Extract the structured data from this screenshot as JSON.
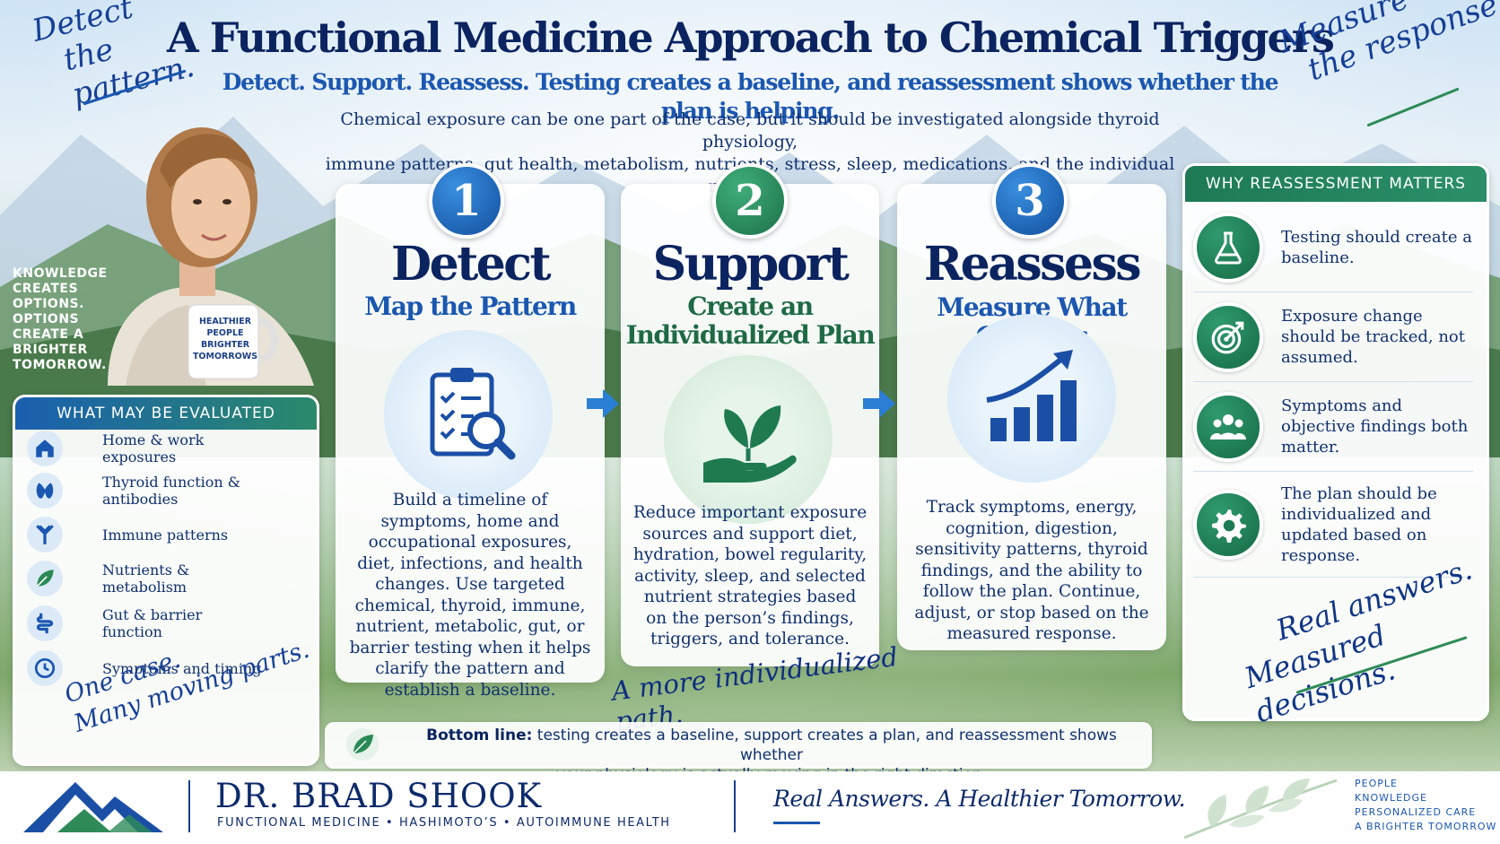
{
  "header": {
    "title": "A Functional Medicine Approach to Chemical Triggers",
    "subtitle": "Detect. Support. Reassess. Testing creates a baseline, and reassessment shows whether the plan is helping.",
    "intro_line1": "Chemical exposure can be one part of the case, but it should be investigated alongside thyroid physiology,",
    "intro_line2": "immune patterns, gut health, metabolism, nutrients, stress, sleep, medications, and the individual response."
  },
  "scripts": {
    "detect_line1": "Detect",
    "detect_line2": "the pattern.",
    "measure_line1": "Measure",
    "measure_line2": "the response.",
    "left_line1": "One case.",
    "left_line2": "Many moving parts.",
    "right_line1": "Real answers.",
    "right_line2": "Measured decisions.",
    "path": "A more individualized path."
  },
  "knowledge_text": [
    "KNOWLEDGE",
    "CREATES",
    "OPTIONS.",
    "OPTIONS",
    "CREATE A",
    "BRIGHTER",
    "TOMORROW."
  ],
  "mug_text": [
    "HEALTHIER",
    "PEOPLE",
    "BRIGHTER",
    "TOMORROWS"
  ],
  "left_panel": {
    "heading": "WHAT MAY BE EVALUATED",
    "items": [
      {
        "label": "Home & work exposures",
        "icon": "home-icon"
      },
      {
        "label": "Thyroid function & antibodies",
        "icon": "thyroid-icon"
      },
      {
        "label": "Immune patterns",
        "icon": "antibody-icon"
      },
      {
        "label": "Nutrients & metabolism",
        "icon": "leaf-icon"
      },
      {
        "label": "Gut & barrier function",
        "icon": "gut-icon"
      },
      {
        "label": "Symptoms and timing",
        "icon": "clock-icon"
      }
    ]
  },
  "steps": [
    {
      "number": "1",
      "title": "Detect",
      "sub_line1": "Map the Pattern",
      "sub_line2": "",
      "icon": "clipboard-search-icon",
      "text": "Build a timeline of symptoms, home and occupational exposures, diet, infections, and health changes. Use targeted chemical, thyroid, immune, nutrient, metabolic, gut, or barrier testing when it helps clarify the pattern and establish a baseline."
    },
    {
      "number": "2",
      "title": "Support",
      "sub_line1": "Create an",
      "sub_line2": "Individualized Plan",
      "icon": "hand-sprout-icon",
      "text": "Reduce important exposure sources and support diet, hydration, bowel regularity, activity, sleep, and selected nutrient strategies based on the person’s findings, triggers, and tolerance."
    },
    {
      "number": "3",
      "title": "Reassess",
      "sub_line1": "Measure What Changes",
      "sub_line2": "",
      "icon": "bar-chart-up-icon",
      "text": "Track symptoms, energy, cognition, digestion, sensitivity patterns, thyroid findings, and the ability to follow the plan. Continue, adjust, or stop based on the measured response."
    }
  ],
  "right_panel": {
    "heading": "WHY REASSESSMENT MATTERS",
    "items": [
      {
        "label": "Testing should create a baseline.",
        "icon": "flask-icon"
      },
      {
        "label": "Exposure change should be tracked, not assumed.",
        "icon": "target-icon"
      },
      {
        "label": "Symptoms and objective findings both matter.",
        "icon": "people-icon"
      },
      {
        "label": "The plan should be individualized and updated based on response.",
        "icon": "gear-icon"
      }
    ]
  },
  "bottom_line": {
    "label": "Bottom line:",
    "text_line1": " testing creates a  baseline, support creates a plan, and reassessment shows whether",
    "text_line2": "your physiology is actually moving in the right direction."
  },
  "footer": {
    "brand": "DR. BRAD SHOOK",
    "brand_sub": "FUNCTIONAL MEDICINE  •  HASHIMOTO’S  •  AUTOIMMUNE HEALTH",
    "tagline": "Real Answers. A Healthier Tomorrow.",
    "pillars": [
      "PEOPLE",
      "KNOWLEDGE",
      "PERSONALIZED CARE",
      "A BRIGHTER TOMORROW"
    ]
  },
  "colors": {
    "navy": "#0b2460",
    "blue": "#1b57b0",
    "green": "#1f7a4f"
  }
}
